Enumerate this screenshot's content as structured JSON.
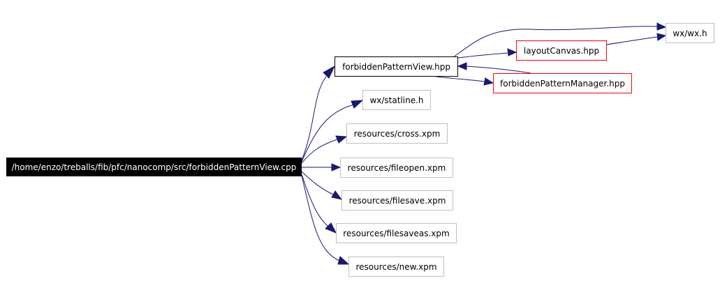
{
  "nodes": {
    "root": "/home/enzo/treballs/fib/pfc/nanocomp/src/forbiddenPatternView.cpp",
    "forbiddenPatternView_hpp": "forbiddenPatternView.hpp",
    "wx_statline_h": "wx/statline.h",
    "resources_cross_xpm": "resources/cross.xpm",
    "resources_fileopen_xpm": "resources/fileopen.xpm",
    "resources_filesave_xpm": "resources/filesave.xpm",
    "resources_filesaveas_xpm": "resources/filesaveas.xpm",
    "resources_new_xpm": "resources/new.xpm",
    "layoutCanvas_hpp": "layoutCanvas.hpp",
    "forbiddenPatternManager_hpp": "forbiddenPatternManager.hpp",
    "wx_wx_h": "wx/wx.h"
  },
  "colors": {
    "edge": "#191970",
    "root_fill": "#000000",
    "documented_border": "#000000",
    "linked_border": "#ff0000",
    "undocumented_border": "#bfbfbf"
  }
}
